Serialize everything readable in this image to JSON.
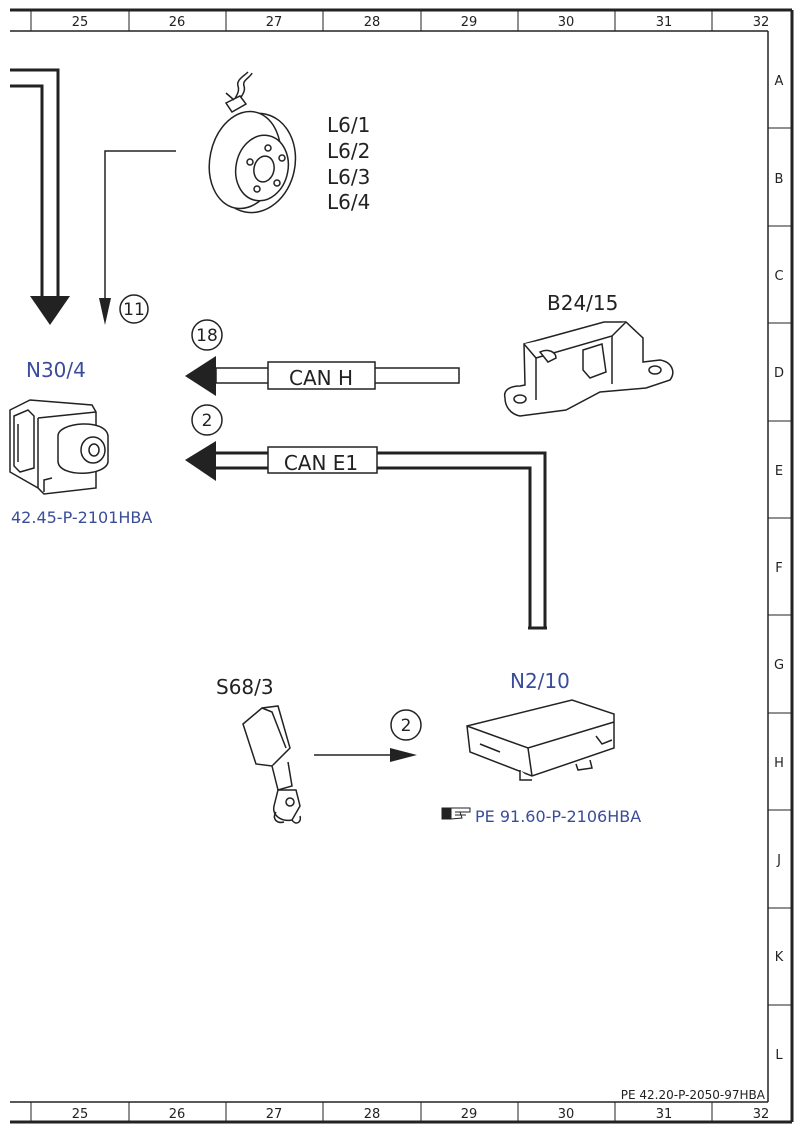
{
  "grid": {
    "columns": [
      "25",
      "26",
      "27",
      "28",
      "29",
      "30",
      "31",
      "32"
    ],
    "rows": [
      "A",
      "B",
      "C",
      "D",
      "E",
      "F",
      "G",
      "H",
      "J",
      "K",
      "L"
    ]
  },
  "components": {
    "sensors_label": [
      "L6/1",
      "L6/2",
      "L6/3",
      "L6/4"
    ],
    "b24": "B24/15",
    "n30": "N30/4",
    "n30_ref": "42.45-P-2101HBA",
    "n2": "N2/10",
    "n2_ref": "PE 91.60-P-2106HBA",
    "s68": "S68/3"
  },
  "connections": {
    "c11": "11",
    "c18": "18",
    "c2a": "2",
    "c2b": "2",
    "can_h": "CAN H",
    "can_e1": "CAN E1"
  },
  "footer": {
    "doc_id": "PE 42.20-P-2050-97HBA"
  },
  "colors": {
    "link_blue": "#3a4d9a",
    "line": "#222222"
  }
}
